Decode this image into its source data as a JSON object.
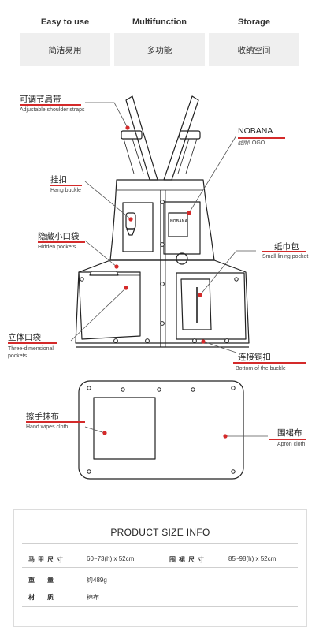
{
  "features": [
    {
      "en": "Easy to use",
      "cn": "简洁易用"
    },
    {
      "en": "Multifunction",
      "cn": "多功能"
    },
    {
      "en": "Storage",
      "cn": "收纳空间"
    }
  ],
  "callouts": {
    "straps": {
      "cn": "可调节肩带",
      "en": "Adjustable shoulder straps"
    },
    "logo": {
      "cn": "NOBANA",
      "en": "品牌LOGO"
    },
    "buckle": {
      "cn": "挂扣",
      "en": "Hang buckle"
    },
    "hidden": {
      "cn": "隐藏小口袋",
      "en": "Hidden pockets"
    },
    "lining": {
      "cn": "纸巾包",
      "en": "Small lining pocket"
    },
    "three_d": {
      "cn": "立体口袋",
      "en": "Three-dimensional pockets"
    },
    "bottom": {
      "cn": "连接铜扣",
      "en": "Bottom of the  buckle"
    },
    "wipes": {
      "cn": "擦手抹布",
      "en": "Hand wipes cloth"
    },
    "apron": {
      "cn": "围裙布",
      "en": "Apron cloth"
    }
  },
  "tag_text": "NOBANA",
  "info": {
    "title": "PRODUCT  SIZE INFO",
    "rows": [
      {
        "k1": "马甲尺寸",
        "v1": "60~73(h) x 52cm",
        "k2": "围裙尺寸",
        "v2": "85~98(h) x 52cm"
      },
      {
        "k1": "重　量",
        "v1": "约489g"
      },
      {
        "k1": "材　质",
        "v1": "棉布"
      }
    ]
  },
  "colors": {
    "accent": "#d42a2a",
    "box": "#efefef"
  }
}
